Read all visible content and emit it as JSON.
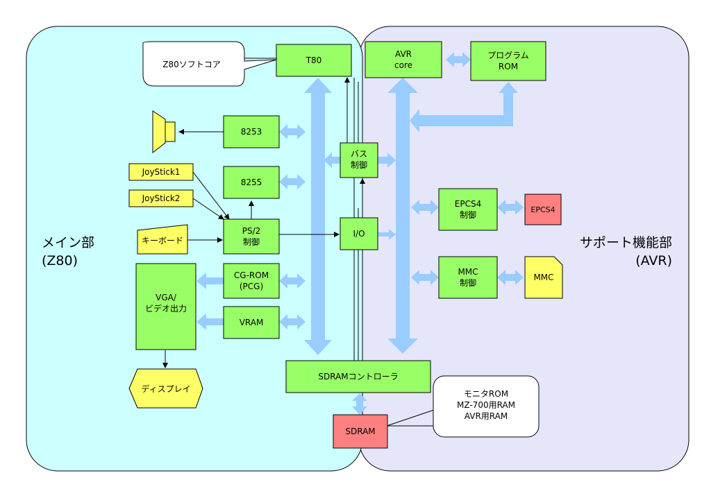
{
  "colors": {
    "main_region": "#ccffff",
    "avr_region": "#e6e6fa",
    "green_block": "#99ff66",
    "yellow_block": "#ffff66",
    "red_block": "#ff8080",
    "arrow": "#99ccff",
    "line": "#000000"
  },
  "regions": {
    "main_label": "メイン部",
    "main_sub": "(Z80)",
    "avr_label": "サポート機能部",
    "avr_sub": "(AVR)"
  },
  "blocks": {
    "t80": "T80",
    "avr_core_1": "AVR",
    "avr_core_2": "core",
    "prog_rom_1": "プログラム",
    "prog_rom_2": "ROM",
    "b8253": "8253",
    "b8255": "8255",
    "bus_ctrl_1": "バス",
    "bus_ctrl_2": "制御",
    "io": "I/O",
    "ps2_1": "PS/2",
    "ps2_2": "制御",
    "cgrom_1": "CG-ROM",
    "cgrom_2": "(PCG)",
    "vram": "VRAM",
    "vga_1": "VGA/",
    "vga_2": "ビデオ出力",
    "epcs4ctl_1": "EPCS4",
    "epcs4ctl_2": "制御",
    "mmcctl_1": "MMC",
    "mmcctl_2": "制御",
    "sdramctl": "SDRAMコントローラ",
    "sdram": "SDRAM",
    "epcs4": "EPCS4",
    "mmc": "MMC",
    "joystick1": "JoyStick1",
    "joystick2": "JoyStick2",
    "keyboard": "キーボード",
    "display": "ディスプレイ"
  },
  "callouts": {
    "z80_core": "Z80ソフトコア",
    "memory_1": "モニタROM",
    "memory_2": "MZ-700用RAM",
    "memory_3": "AVR用RAM"
  }
}
